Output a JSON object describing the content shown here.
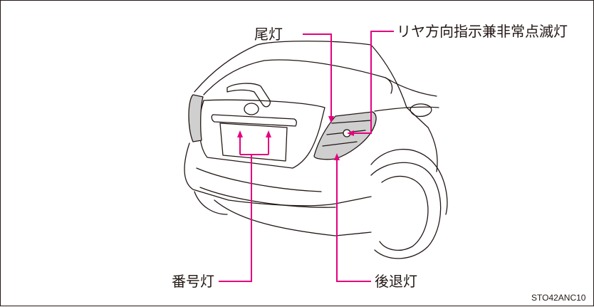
{
  "labels": {
    "tail_light": "尾灯",
    "rear_turn_hazard": "リヤ方向指示兼非常点滅灯",
    "license_plate_light": "番号灯",
    "backup_light": "後退灯"
  },
  "figure_code": "STO42ANC10",
  "colors": {
    "leader_line": "#E4007F",
    "outline": "#231815",
    "lamp_fill": "#CFCFCF"
  }
}
